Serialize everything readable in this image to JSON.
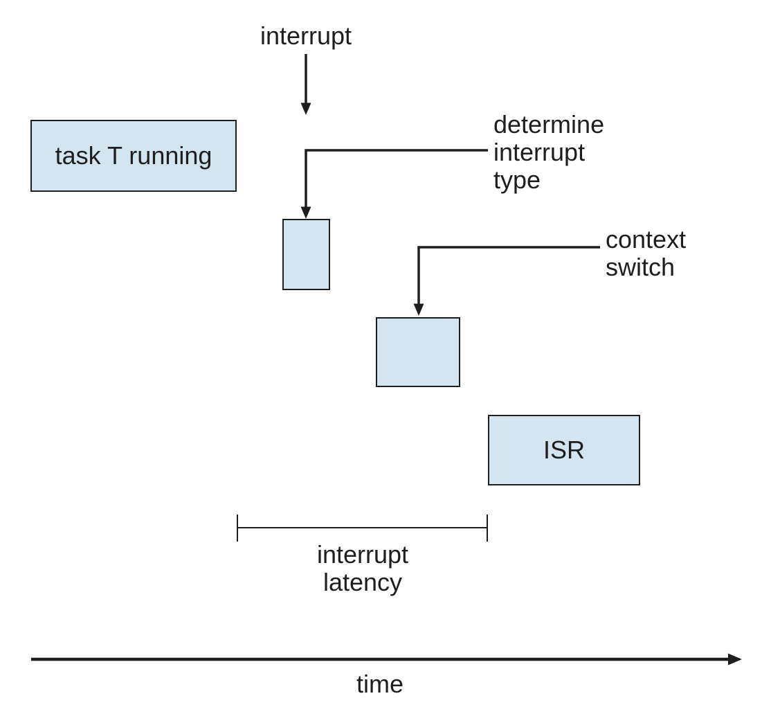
{
  "figure": {
    "title_semantic": "interrupt latency timeline diagram",
    "labels": {
      "interrupt": "interrupt",
      "determine_interrupt_type": "determine\ninterrupt\ntype",
      "context_switch": "context\nswitch",
      "interrupt_latency": "interrupt\nlatency",
      "time": "time"
    },
    "boxes": {
      "task_running": "task T running",
      "isr": "ISR"
    },
    "colors": {
      "box_fill": "#d3e6f0",
      "box_border": "#1e1e1e",
      "line": "#1e1e1e",
      "text": "#1e1e1e",
      "background": "#ffffff"
    }
  }
}
